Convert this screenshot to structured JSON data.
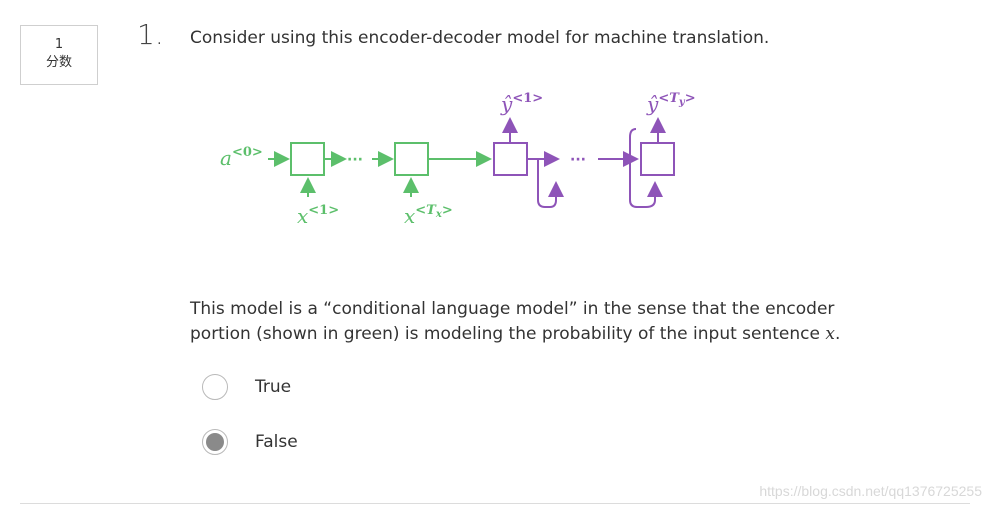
{
  "score": {
    "points": "1",
    "unit": "分数"
  },
  "question": {
    "number": "1.",
    "title": "Consider using this encoder-decoder model for machine translation.",
    "description": "This model is a “conditional language model” in the sense that the encoder portion (shown in green) is modeling the probability of the input sentence ",
    "description_var": "x",
    "description_end": "."
  },
  "diagram": {
    "a0": {
      "base": "a",
      "sup": "<0>"
    },
    "x1": {
      "base": "x",
      "sup": "<1>"
    },
    "xTx": {
      "base": "x",
      "sup": "<T",
      "sub": "x",
      "end": ">"
    },
    "y1": {
      "base": "ŷ",
      "sup": "<1>"
    },
    "yTy": {
      "base": "ŷ",
      "sup": "<T",
      "sub": "y",
      "end": ">"
    },
    "dots": "···",
    "encoder_color": "#5cbf6b",
    "decoder_color": "#8e54b8"
  },
  "options": [
    {
      "label": "True",
      "selected": false
    },
    {
      "label": "False",
      "selected": true
    }
  ],
  "watermark": "https://blog.csdn.net/qq1376725255"
}
